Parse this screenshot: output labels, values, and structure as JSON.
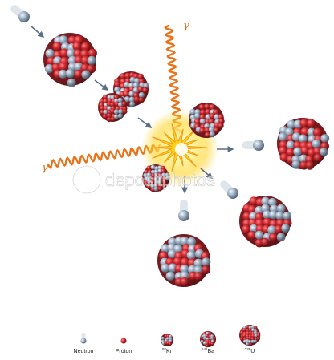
{
  "diagram": {
    "gamma_label_top": "γ",
    "gamma_label_left": "γ",
    "watermark_text": "depositphotos",
    "colors": {
      "proton": "#c8202a",
      "neutron": "#8fa3b8",
      "gamma_wave": "#e8731a",
      "flash": "#ffd21f",
      "arrow": "#5a6f86"
    }
  },
  "legend": {
    "items": [
      {
        "label": "Neutron"
      },
      {
        "label": "Proton"
      },
      {
        "label": "Kr",
        "superscript": "92"
      },
      {
        "label": "Ba",
        "superscript": "141"
      },
      {
        "label": "U",
        "superscript": "235"
      }
    ]
  }
}
